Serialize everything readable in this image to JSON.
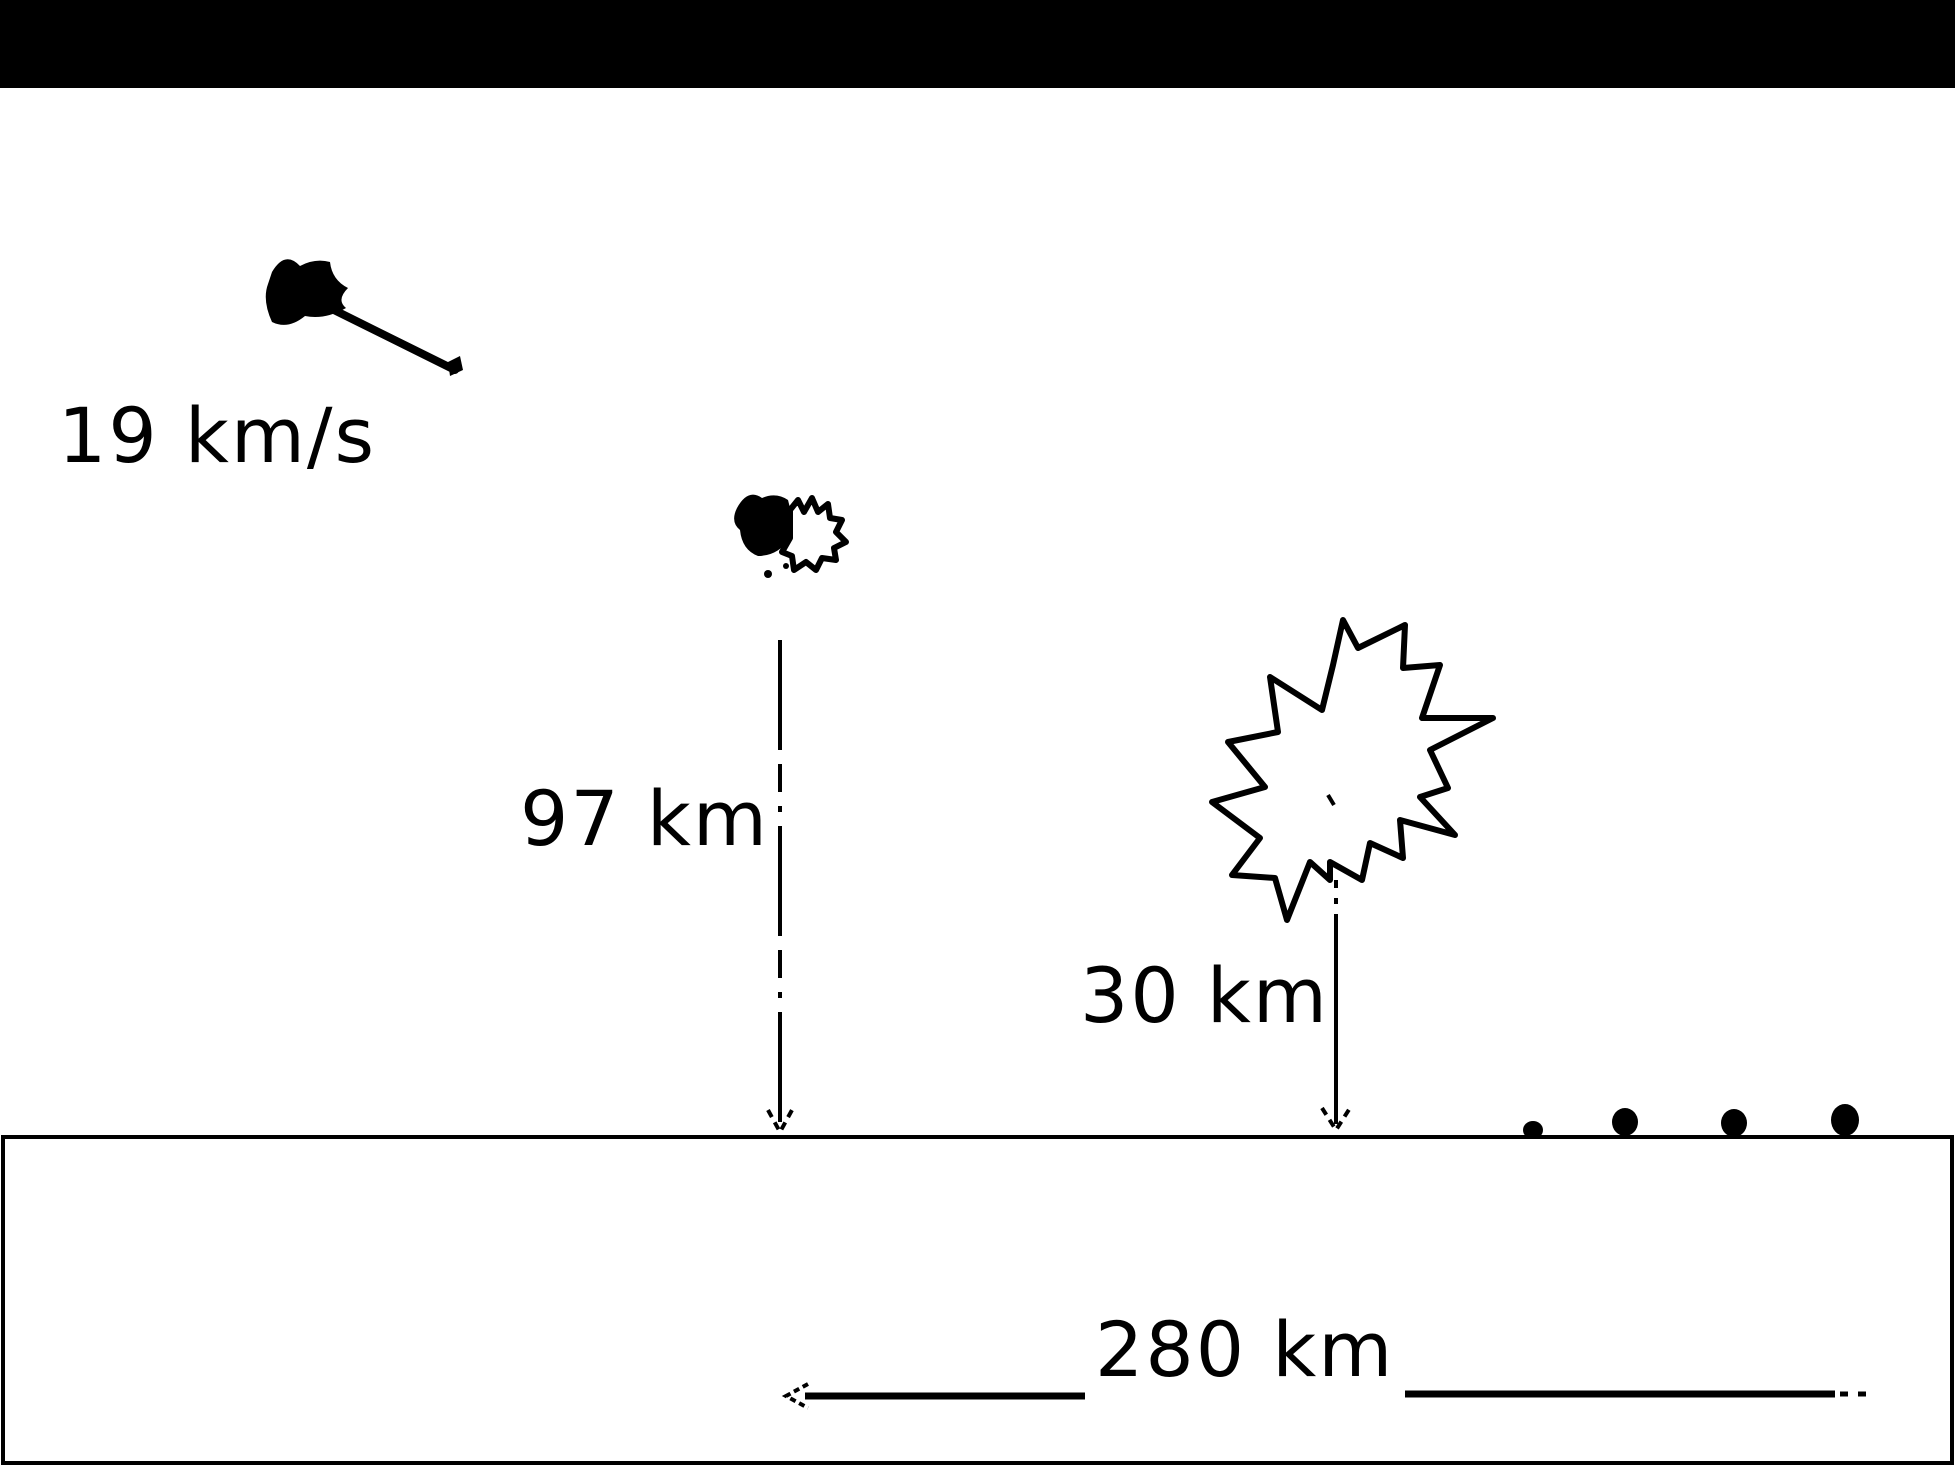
{
  "labels": {
    "speed": "19 km/s",
    "breakup_altitude": "97 km",
    "airburst_altitude": "30 km",
    "ground_distance": "280 km"
  },
  "colors": {
    "ink": "#000000",
    "paper": "#ffffff"
  },
  "icons": {
    "meteoroid": "meteoroid-icon",
    "fragmenting_meteoroid": "fragmenting-meteoroid-icon",
    "explosion": "explosion-burst-icon",
    "meteorites": "meteorite-fragments-icon"
  }
}
